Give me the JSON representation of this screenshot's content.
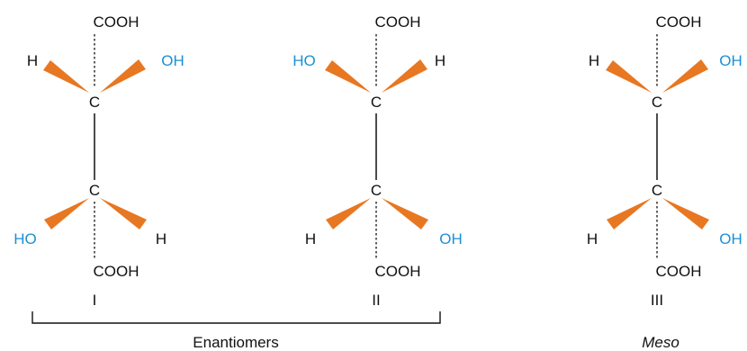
{
  "colors": {
    "text": "#111111",
    "hydroxyl": "#1a90d6",
    "wedge": "#e87722",
    "bond": "#111111"
  },
  "molecules": [
    {
      "numeral": "I",
      "top_group": "COOH",
      "bottom_group": "COOH",
      "upper_carbon": "C",
      "lower_carbon": "C",
      "upper_left": "H",
      "upper_right": "OH",
      "lower_left": "HO",
      "lower_right": "H"
    },
    {
      "numeral": "II",
      "top_group": "COOH",
      "bottom_group": "COOH",
      "upper_carbon": "C",
      "lower_carbon": "C",
      "upper_left": "HO",
      "upper_right": "H",
      "lower_left": "H",
      "lower_right": "OH"
    },
    {
      "numeral": "III",
      "top_group": "COOH",
      "bottom_group": "COOH",
      "upper_carbon": "C",
      "lower_carbon": "C",
      "upper_left": "H",
      "upper_right": "OH",
      "lower_left": "H",
      "lower_right": "OH"
    }
  ],
  "captions": {
    "enantiomers": "Enantiomers",
    "meso": "Meso"
  }
}
